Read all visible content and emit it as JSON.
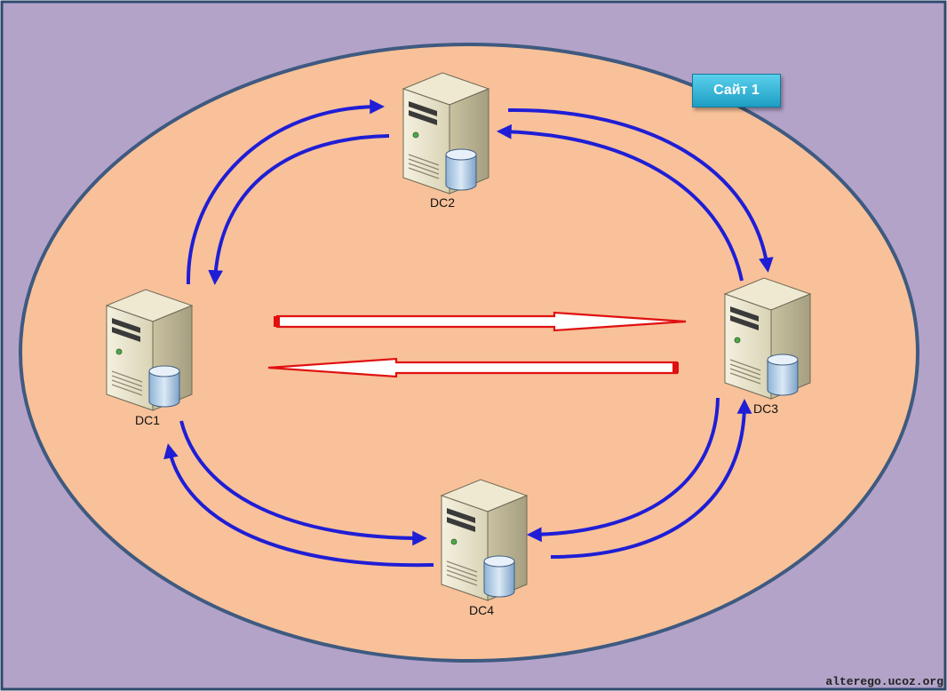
{
  "site": {
    "label": "Сайт 1"
  },
  "nodes": [
    {
      "id": "dc1",
      "label": "DC1"
    },
    {
      "id": "dc2",
      "label": "DC2"
    },
    {
      "id": "dc3",
      "label": "DC3"
    },
    {
      "id": "dc4",
      "label": "DC4"
    }
  ],
  "colors": {
    "background": "#b3a3c9",
    "site_fill": "#f8c199",
    "site_border": "#3f5a80",
    "arrow_blue": "#1f1ed6",
    "arrow_red": "#e01010"
  },
  "watermark": "alterego.ucoz.org"
}
